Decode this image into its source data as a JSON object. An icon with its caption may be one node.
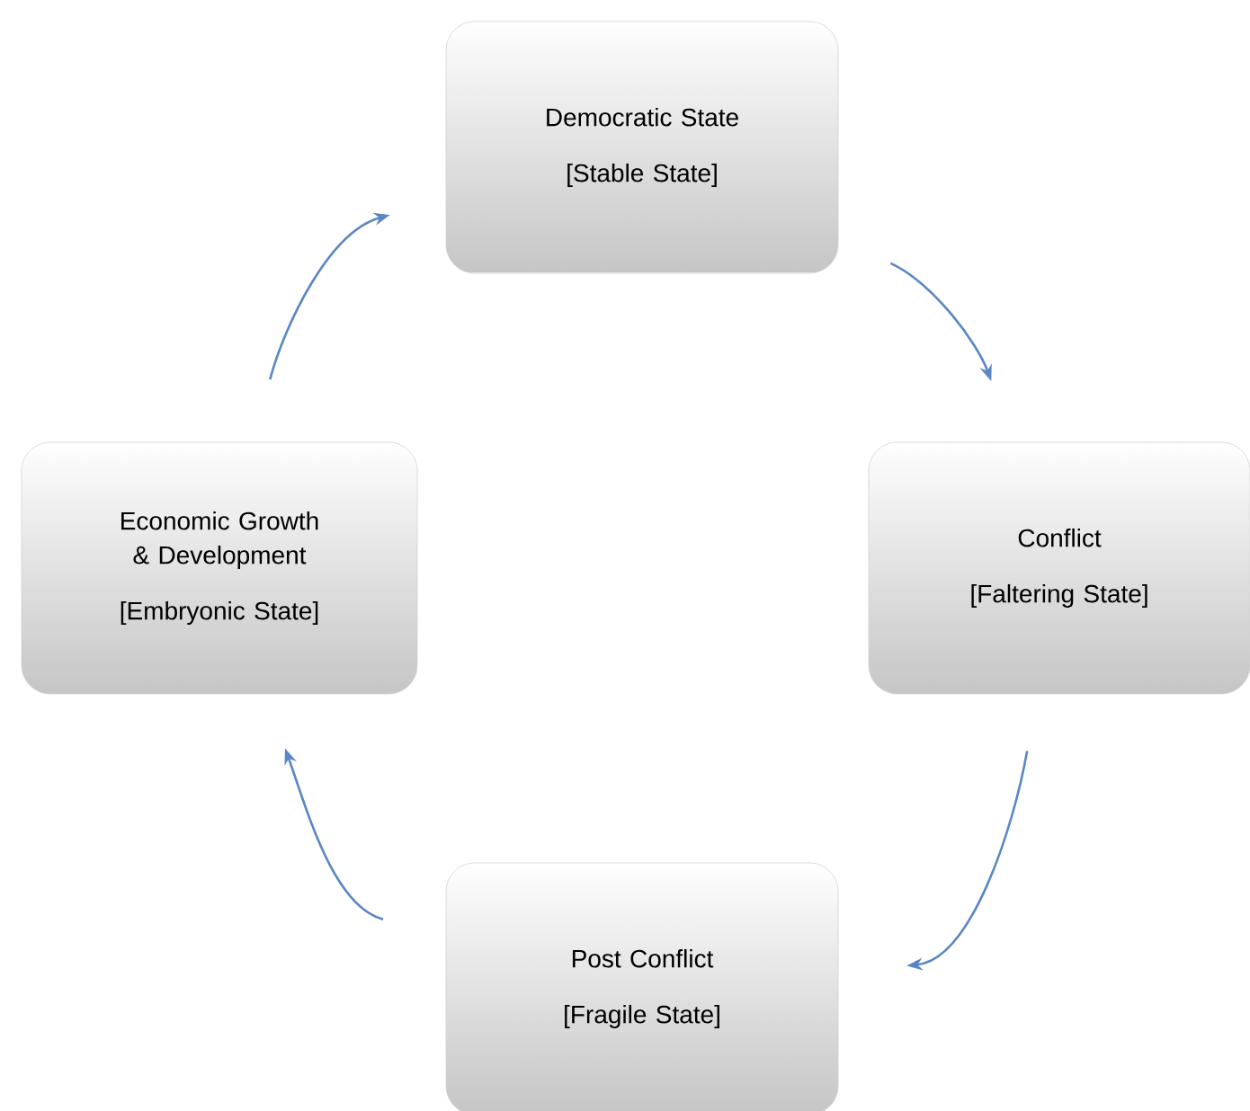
{
  "diagram": {
    "nodes": [
      {
        "text": [
          "Democratic State",
          "[Stable State]"
        ]
      },
      {
        "text": [
          "Conflict",
          "[Faltering State]"
        ]
      },
      {
        "text": [
          "Post Conflict",
          "[Fragile State]"
        ]
      },
      {
        "text": [
          "Economic Growth & Development",
          "[Embryonic State]"
        ]
      }
    ],
    "edges": [
      {
        "from": 0,
        "to": 1,
        "arrow": "to"
      },
      {
        "from": 1,
        "to": 2,
        "arrow": "to"
      },
      {
        "from": 2,
        "to": 3,
        "arrow": "to"
      },
      {
        "from": 3,
        "to": 0,
        "arrow": "to"
      }
    ]
  }
}
